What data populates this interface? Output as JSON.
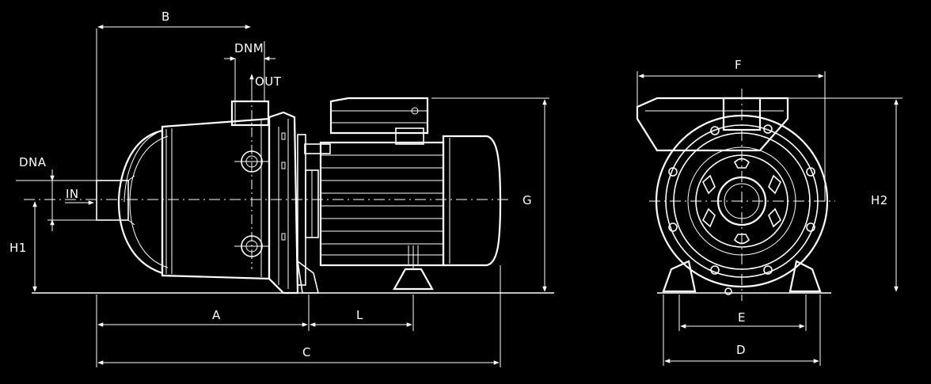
{
  "side_view": {
    "labels": {
      "B": "B",
      "DNM": "DNM",
      "OUT": "OUT",
      "DNA": "DNA",
      "IN": "IN",
      "H1": "H1",
      "G": "G",
      "A": "A",
      "L": "L",
      "C": "C"
    }
  },
  "front_view": {
    "labels": {
      "F": "F",
      "H2": "H2",
      "E": "E",
      "D": "D"
    }
  },
  "colors": {
    "background": "#000000",
    "line": "#ffffff"
  }
}
